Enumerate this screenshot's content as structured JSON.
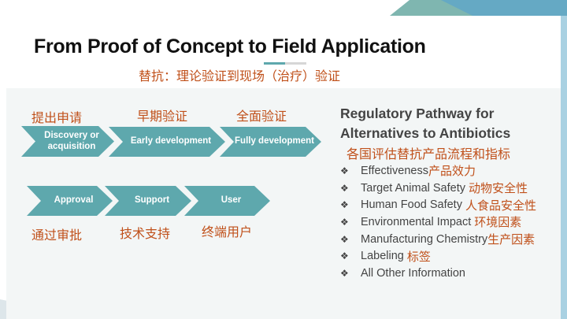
{
  "title": "From Proof of Concept to Field Application",
  "subtitle": "替抗：理论验证到现场（治疗）验证",
  "colors": {
    "accent": "#5ea8ad",
    "chinese_text": "#c0501a",
    "heading": "#444444"
  },
  "process": {
    "row1": [
      {
        "label": "Discovery or acquisition",
        "cn": "提出申请"
      },
      {
        "label": "Early development",
        "cn": "早期验证"
      },
      {
        "label": "Fully development",
        "cn": "全面验证"
      }
    ],
    "row2": [
      {
        "label": "Approval",
        "cn": "通过审批"
      },
      {
        "label": "Support",
        "cn": "技术支持"
      },
      {
        "label": "User",
        "cn": "终端用户"
      }
    ]
  },
  "regulatory": {
    "title_line1": "Regulatory Pathway for",
    "title_line2": "Alternatives to Antibiotics",
    "title_cn": "各国评估替抗产品流程和指标",
    "bullet_icon": "diamond-cluster-icon",
    "items": [
      {
        "en": "Effectiveness",
        "cn": "产品效力"
      },
      {
        "en": "Target Animal Safety ",
        "cn": "动物安全性"
      },
      {
        "en": "Human Food Safety ",
        "cn": "人食品安全性"
      },
      {
        "en": "Environmental Impact ",
        "cn": "环境因素"
      },
      {
        "en": "Manufacturing Chemistry",
        "cn": "生产因素"
      },
      {
        "en": "Labeling ",
        "cn": "标签"
      },
      {
        "en": "All Other Information",
        "cn": ""
      }
    ]
  }
}
